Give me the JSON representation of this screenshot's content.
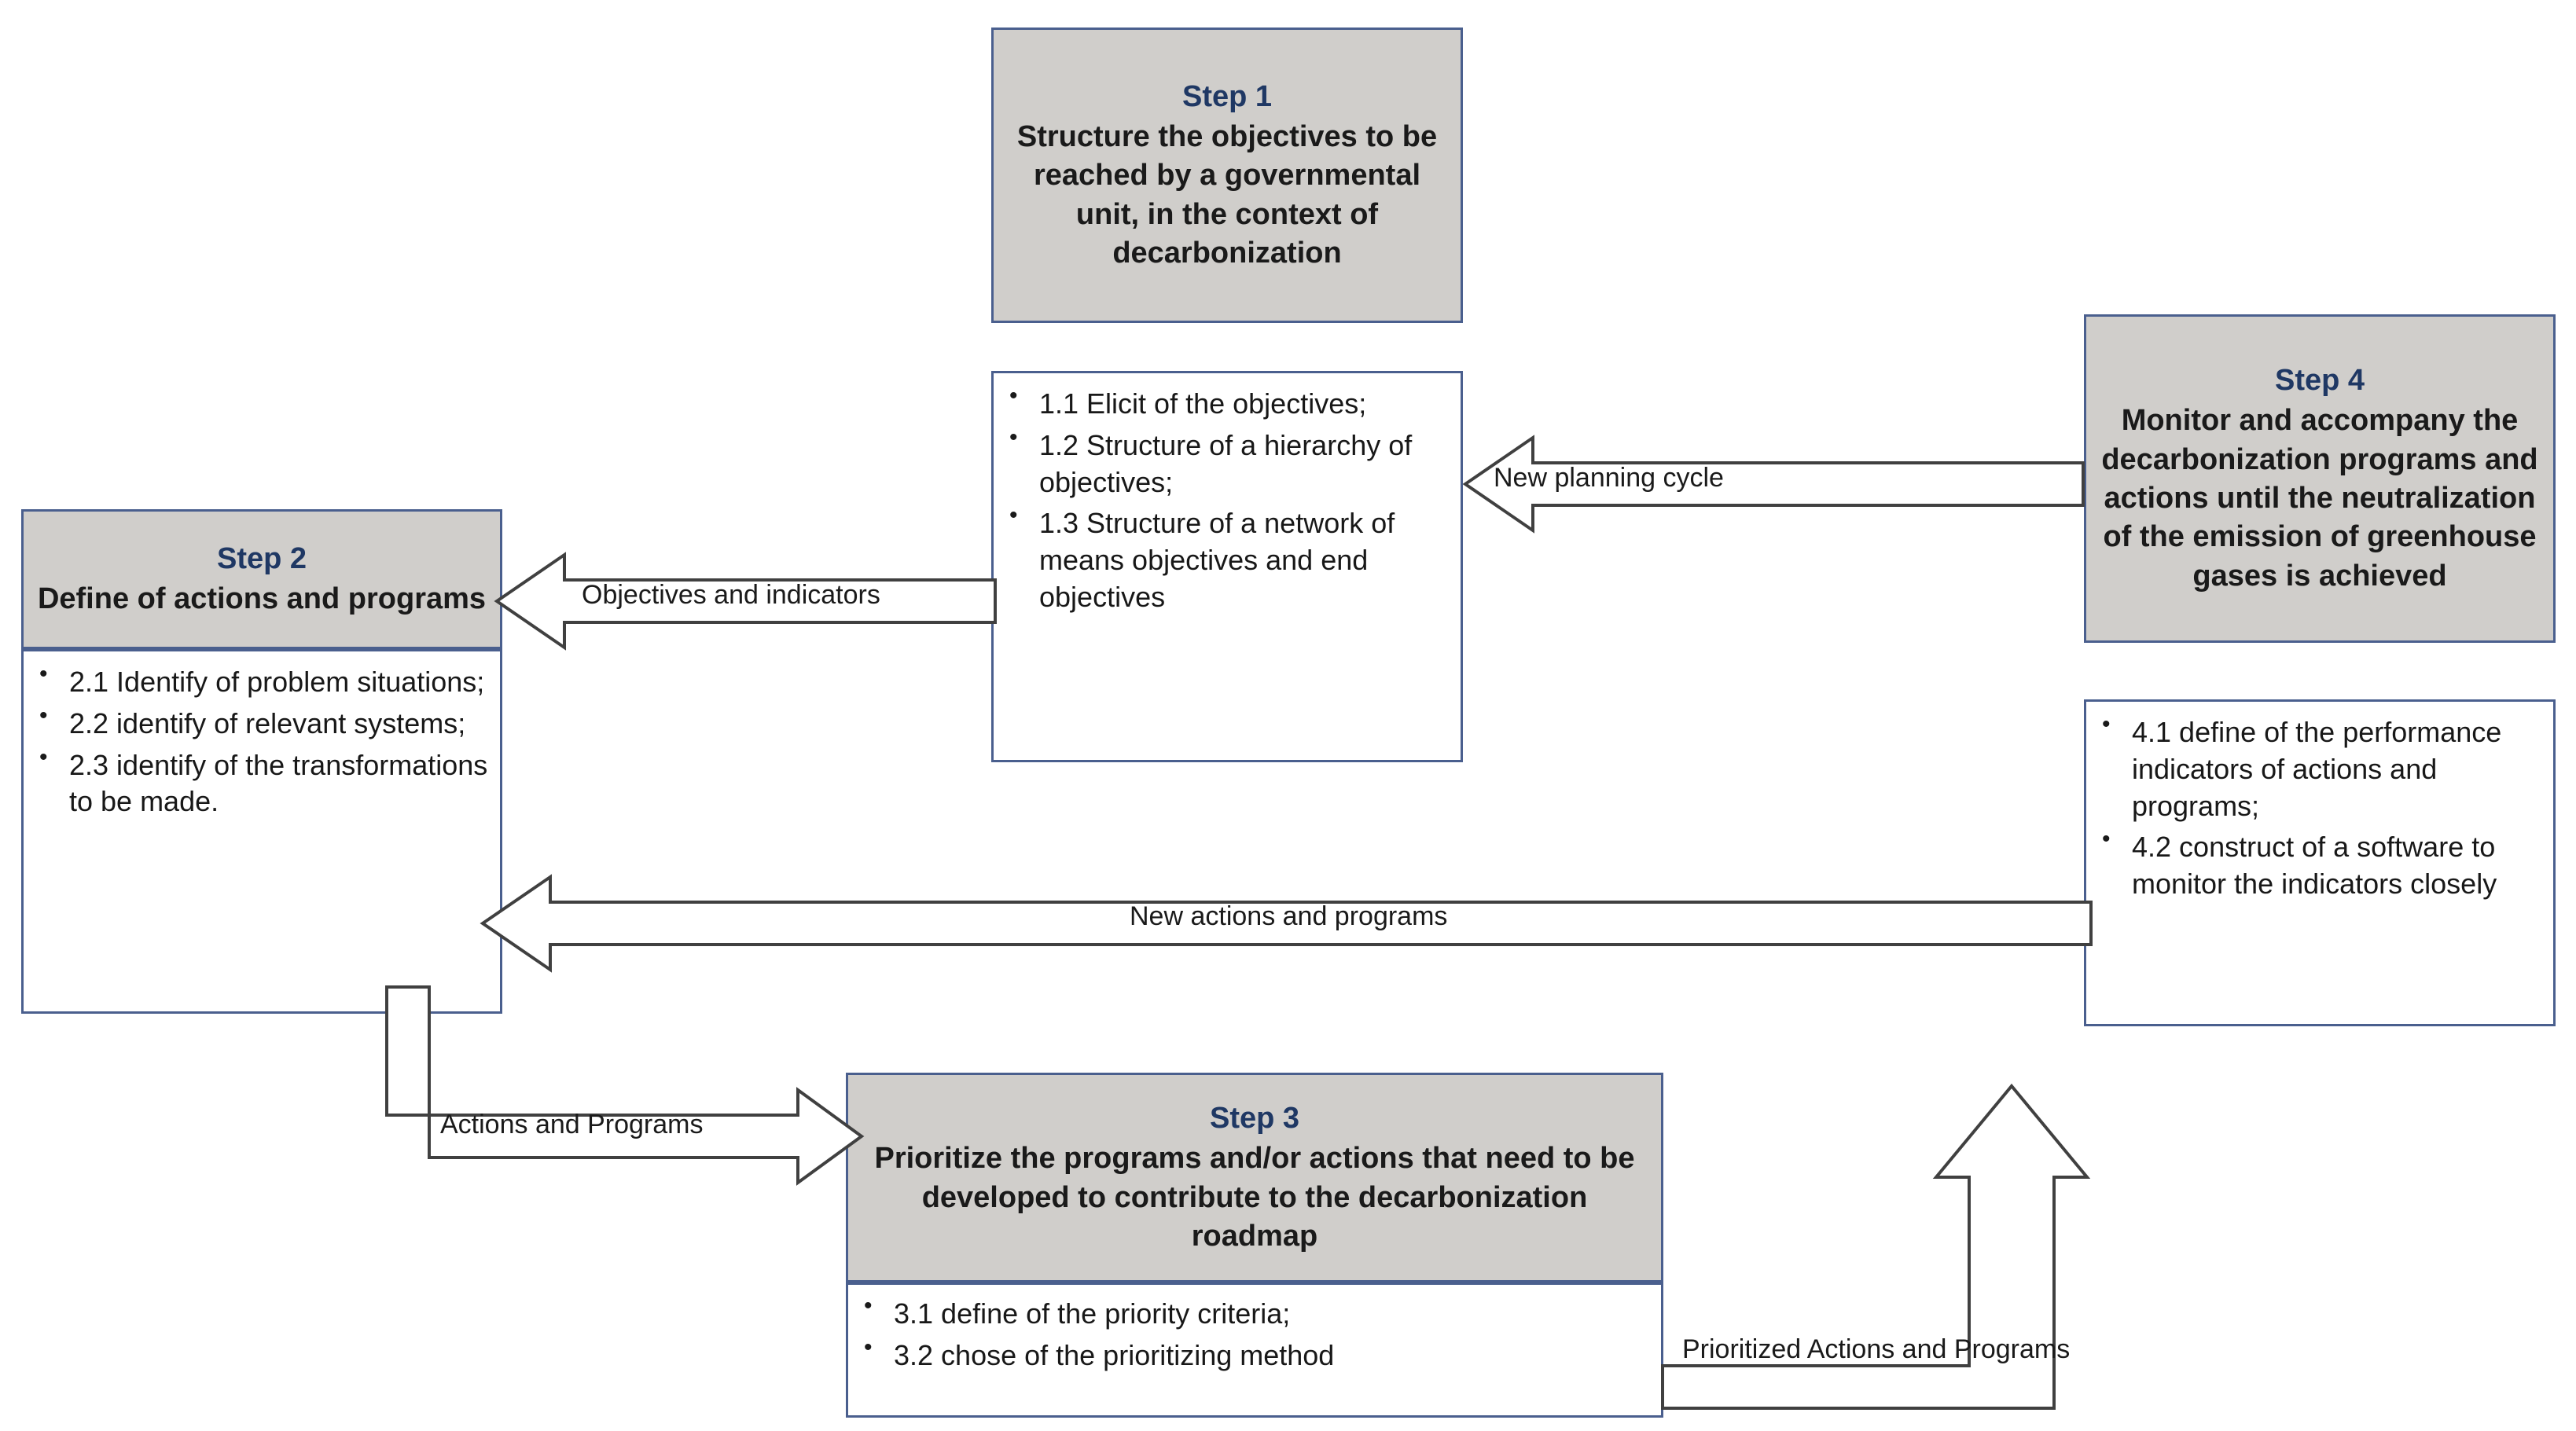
{
  "diagram": {
    "title": "Decarbonization planning methodology flowchart",
    "colors": {
      "box_border": "#4a5f8e",
      "header_fill": "#d0cecb",
      "body_fill": "#ffffff",
      "step_label": "#1f3864",
      "arrow_stroke": "#404040",
      "text": "#1a1a1a"
    }
  },
  "steps": {
    "step1": {
      "label": "Step 1",
      "title": "Structure the objectives to be reached by a governmental unit, in the context of decarbonization",
      "items": [
        "1.1 Elicit of the objectives;",
        " 1.2 Structure of a hierarchy of objectives;",
        "1.3 Structure of a network of means objectives and end objectives"
      ]
    },
    "step2": {
      "label": "Step 2",
      "title": "Define of actions and programs",
      "items": [
        "2.1 Identify of problem situations;",
        " 2.2 identify of relevant systems;",
        "2.3 identify of the transformations to be made."
      ]
    },
    "step3": {
      "label": "Step 3",
      "title": "Prioritize the programs and/or actions that need to be developed to contribute to the decarbonization roadmap",
      "items": [
        "3.1 define of the priority criteria;",
        "3.2 chose of the prioritizing method"
      ]
    },
    "step4": {
      "label": "Step 4",
      "title": "Monitor and accompany the decarbonization programs and actions until the neutralization of the emission of greenhouse gases is achieved",
      "items": [
        "4.1 define of the performance indicators of actions and programs;",
        "4.2 construct of a software to monitor the indicators closely"
      ]
    }
  },
  "arrows": {
    "objectives_and_indicators": "Objectives and indicators",
    "new_planning_cycle": "New planning cycle",
    "new_actions_and_programs": "New actions and programs",
    "actions_and_programs": "Actions and Programs",
    "prioritized_actions_and_programs": "Prioritized Actions and Programs"
  }
}
